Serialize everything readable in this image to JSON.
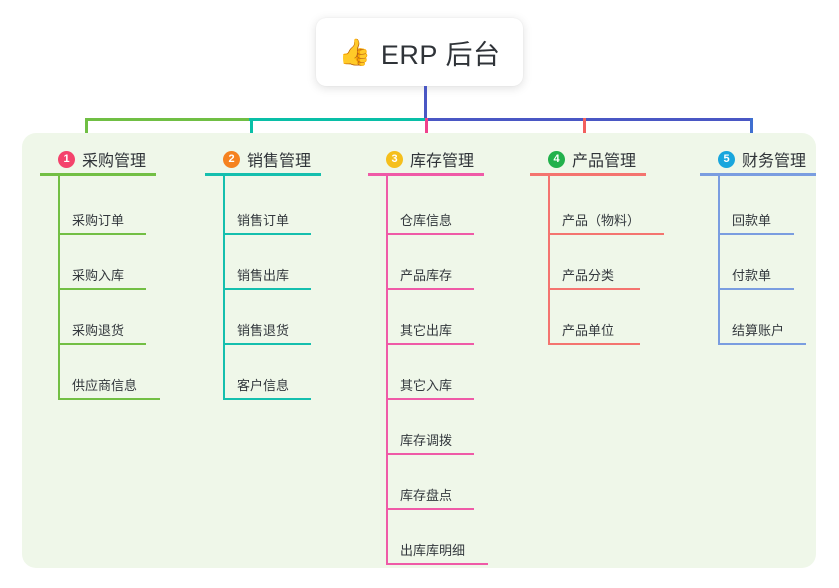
{
  "root": {
    "icon": "thumbs-up-emoji",
    "icon_glyph": "👍",
    "title": "ERP 后台"
  },
  "colors": {
    "panel_bg": "#eff7e9",
    "page_bg": "#ffffff",
    "text": "#2f3338",
    "connector_green": "#70bf44",
    "connector_teal": "#09bfa7",
    "connector_blue": "#4a57c4",
    "drop_green": "#70bf44",
    "drop_teal": "#09bfa7",
    "drop_pink": "#f0428c",
    "drop_red": "#f2605e",
    "drop_blue": "#3f6fd0",
    "badge_1": "#f4436c",
    "badge_2": "#f58220",
    "badge_3": "#f5bf1c",
    "badge_4": "#22b14c",
    "badge_5": "#19a6dd"
  },
  "columns": [
    {
      "index": "1",
      "badge_color": "#f4436c",
      "title": "采购管理",
      "line_color": "#72bf44",
      "items": [
        "采购订单",
        "采购入库",
        "采购退货",
        "供应商信息"
      ],
      "item_widths": [
        88,
        88,
        88,
        102
      ]
    },
    {
      "index": "2",
      "badge_color": "#f58220",
      "title": "销售管理",
      "line_color": "#15bfae",
      "items": [
        "销售订单",
        "销售出库",
        "销售退货",
        "客户信息"
      ],
      "item_widths": [
        88,
        88,
        88,
        88
      ]
    },
    {
      "index": "3",
      "badge_color": "#f5bf1c",
      "title": "库存管理",
      "line_color": "#ef5aa7",
      "items": [
        "仓库信息",
        "产品库存",
        "其它出库",
        "其它入库",
        "库存调拨",
        "库存盘点",
        "出库库明细"
      ],
      "item_widths": [
        88,
        88,
        88,
        88,
        88,
        88,
        102
      ]
    },
    {
      "index": "4",
      "badge_color": "#22b14c",
      "title": "产品管理",
      "line_color": "#f4746f",
      "items": [
        "产品（物料）",
        "产品分类",
        "产品单位"
      ],
      "item_widths": [
        116,
        92,
        92
      ]
    },
    {
      "index": "5",
      "badge_color": "#19a6dd",
      "title": "财务管理",
      "line_color": "#7a9de0",
      "items": [
        "回款单",
        "付款单",
        "结算账户"
      ],
      "item_widths": [
        76,
        76,
        88
      ]
    }
  ]
}
